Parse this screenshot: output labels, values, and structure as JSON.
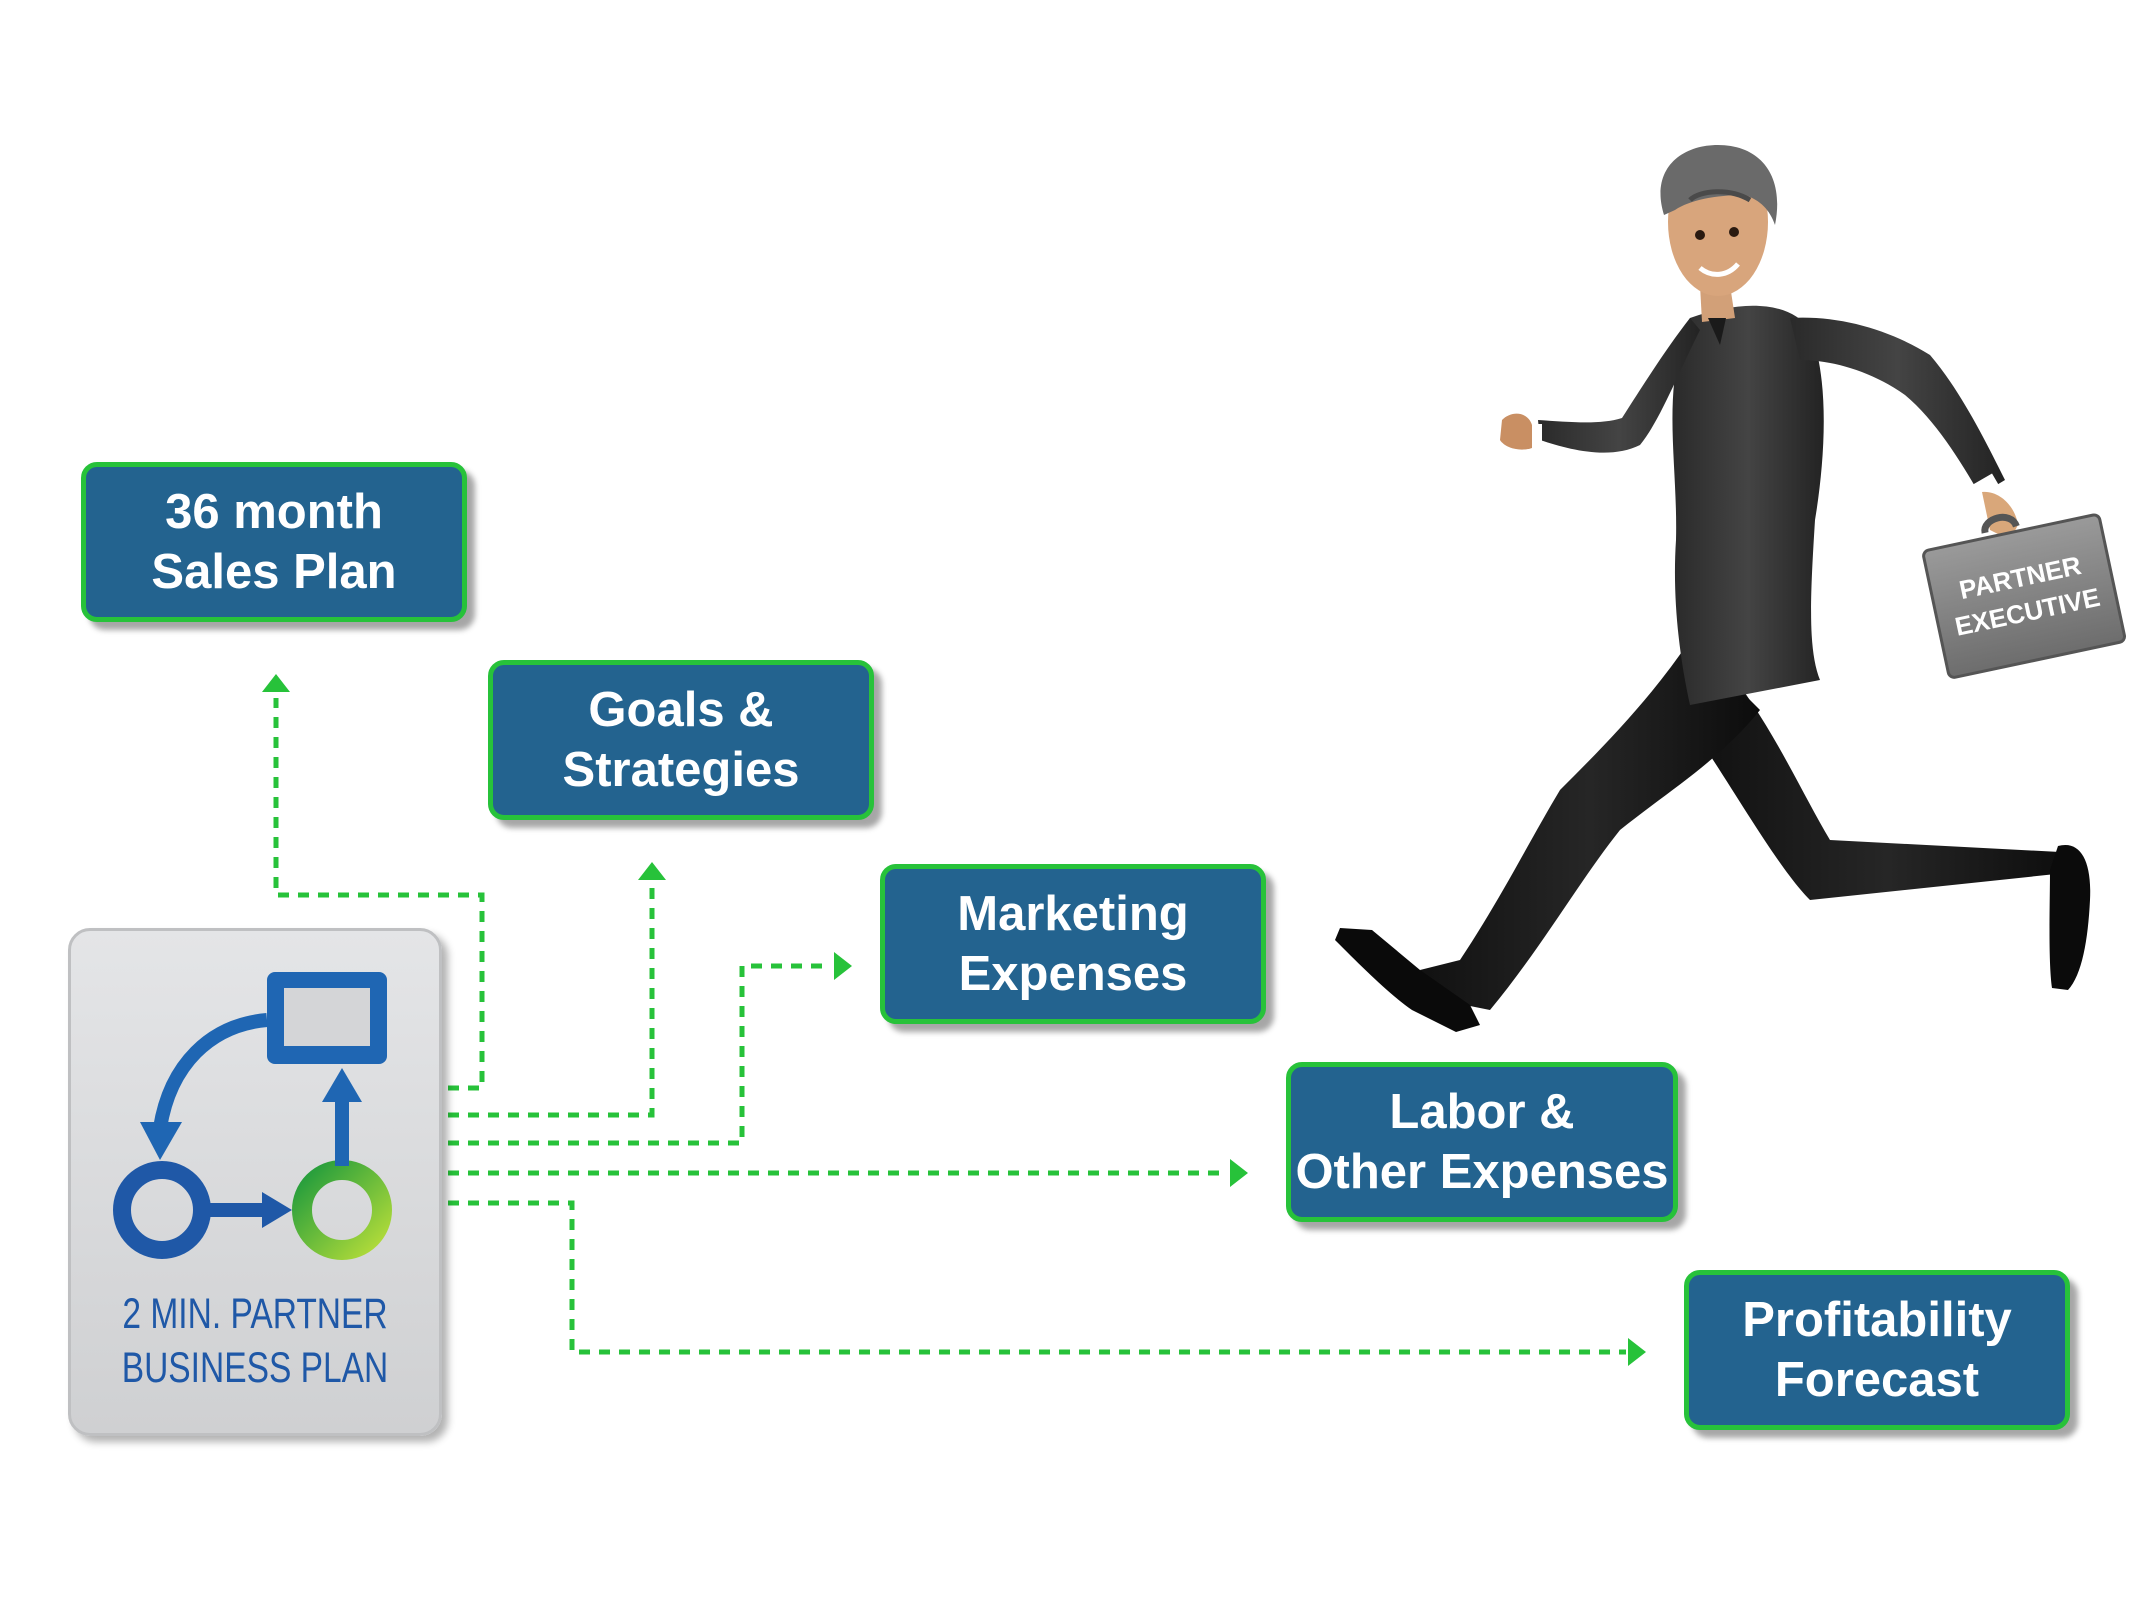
{
  "steps": [
    {
      "id": "sales",
      "lines": [
        "36 month",
        "Sales Plan"
      ]
    },
    {
      "id": "goals",
      "lines": [
        "Goals &",
        "Strategies"
      ]
    },
    {
      "id": "marketing",
      "lines": [
        "Marketing",
        "Expenses"
      ]
    },
    {
      "id": "labor",
      "lines": [
        "Labor &",
        "Other Expenses"
      ]
    },
    {
      "id": "profit",
      "lines": [
        "Profitability",
        "Forecast"
      ]
    }
  ],
  "logo": {
    "line1": "2 MIN. PARTNER",
    "line2": "BUSINESS PLAN",
    "icon": "cycle-flow-icon"
  },
  "figure": {
    "briefcase_line1": "PARTNER",
    "briefcase_line2": "EXECUTIVE",
    "icon": "running-businessman"
  },
  "colors": {
    "box_fill": "#23638f",
    "box_border": "#27c23a",
    "connector": "#27c23a",
    "logo_blue": "#1f58a7",
    "logo_green": "#6cc04a"
  }
}
